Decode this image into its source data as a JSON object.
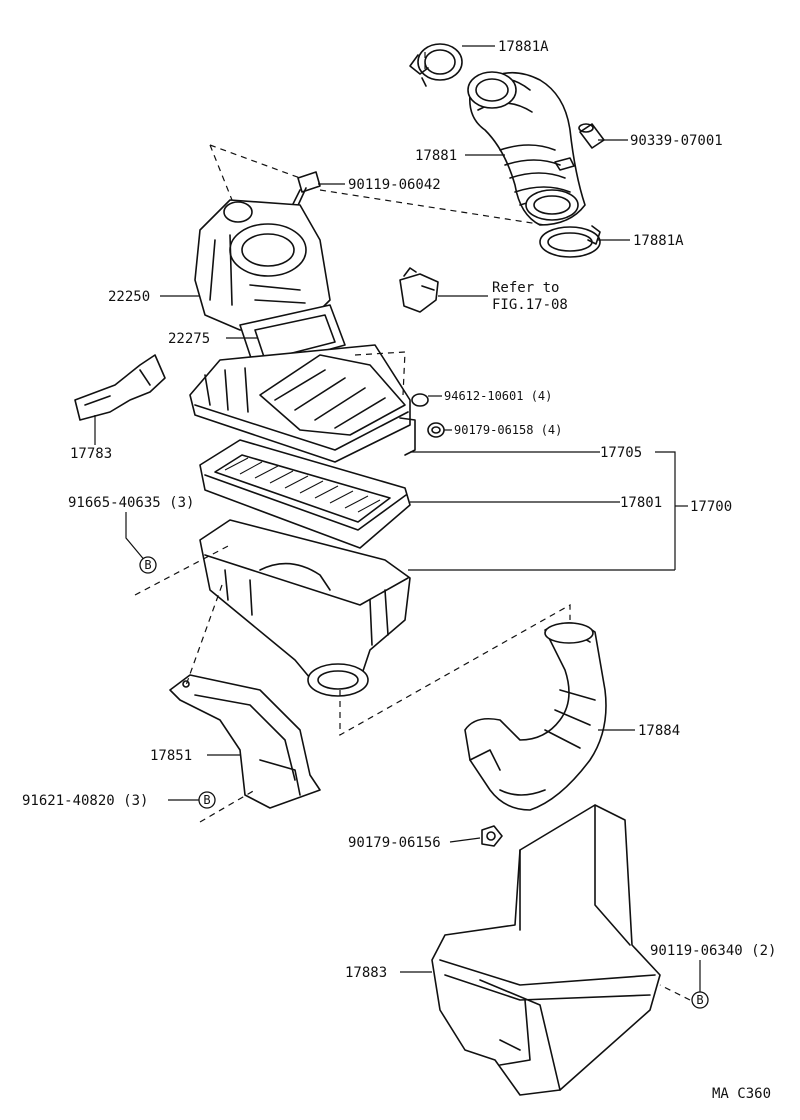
{
  "labels": {
    "p17881A_top": "17881A",
    "p90339": "90339-07001",
    "p17881": "17881",
    "p90119_06042": "90119-06042",
    "p17881A_bot": "17881A",
    "refer_line1": "Refer to",
    "refer_line2": "FIG.17-08",
    "p22250": "22250",
    "p22275": "22275",
    "p94612": "94612-10601 (4)",
    "p90179_06158": "90179-06158 (4)",
    "p17783": "17783",
    "p17705": "17705",
    "p91665": "91665-40635 (3)",
    "p17801": "17801",
    "p17700": "17700",
    "p17884": "17884",
    "p17851": "17851",
    "p91621": "91621-40820 (3)",
    "p90179_06156": "90179-06156",
    "p90119_06340": "90119-06340 (2)",
    "p17883": "17883",
    "figure_code": "MA C360"
  },
  "markers": {
    "bolt_ref": "B"
  }
}
